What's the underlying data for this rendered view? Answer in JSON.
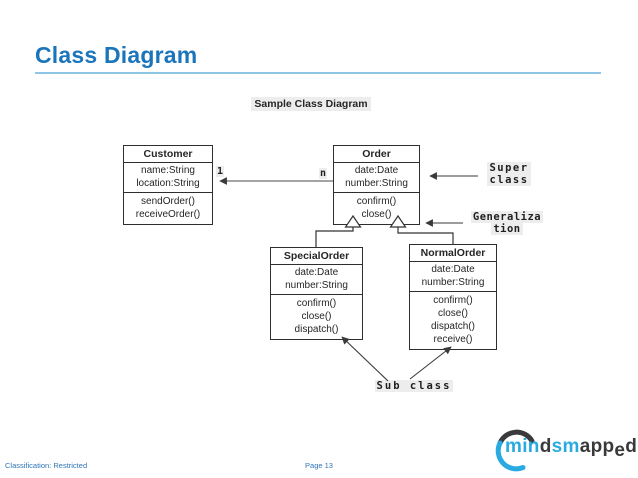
{
  "slide": {
    "title": "Class Diagram",
    "footer": {
      "classification": "Classification: Restricted",
      "page": "Page 13"
    }
  },
  "diagram": {
    "caption": "Sample Class Diagram",
    "classes": [
      {
        "name": "Customer",
        "attributes": [
          "name:String",
          "location:String"
        ],
        "methods": [
          "sendOrder()",
          "receiveOrder()"
        ]
      },
      {
        "name": "Order",
        "attributes": [
          "date:Date",
          "number:String"
        ],
        "methods": [
          "confirm()",
          "close()"
        ]
      },
      {
        "name": "SpecialOrder",
        "attributes": [
          "date:Date",
          "number:String"
        ],
        "methods": [
          "confirm()",
          "close()",
          "dispatch()"
        ]
      },
      {
        "name": "NormalOrder",
        "attributes": [
          "date:Date",
          "number:String"
        ],
        "methods": [
          "confirm()",
          "close()",
          "dispatch()",
          "receive()"
        ]
      }
    ],
    "association": {
      "customer_multiplicity": "1",
      "order_multiplicity": "n"
    },
    "labels": {
      "super_class_line1": "Super",
      "super_class_line2": "class",
      "generalization_line1": "Generaliza",
      "generalization_line2": "tion",
      "sub_class": "Sub class"
    }
  },
  "logo": {
    "text": "mindsmapped",
    "letters": [
      {
        "ch": "m",
        "c": "blue"
      },
      {
        "ch": "i",
        "c": "blue"
      },
      {
        "ch": "n",
        "c": "blue"
      },
      {
        "ch": "d",
        "c": "dark"
      },
      {
        "ch": "s",
        "c": "blue"
      },
      {
        "ch": "m",
        "c": "blue"
      },
      {
        "ch": "a",
        "c": "dark"
      },
      {
        "ch": "p",
        "c": "dark"
      },
      {
        "ch": "p",
        "c": "dark"
      },
      {
        "ch": "e",
        "c": "dark",
        "drop": true
      },
      {
        "ch": "d",
        "c": "dark"
      }
    ]
  },
  "colors": {
    "accent_blue": "#1b75bb",
    "underline_blue": "#8fc6e8",
    "footer_blue": "#2e75b6",
    "diagram_ink": "#2d2d2d",
    "label_bg": "#ededed",
    "logo_blue": "#29abe2",
    "logo_dark": "#3a3a3c"
  }
}
